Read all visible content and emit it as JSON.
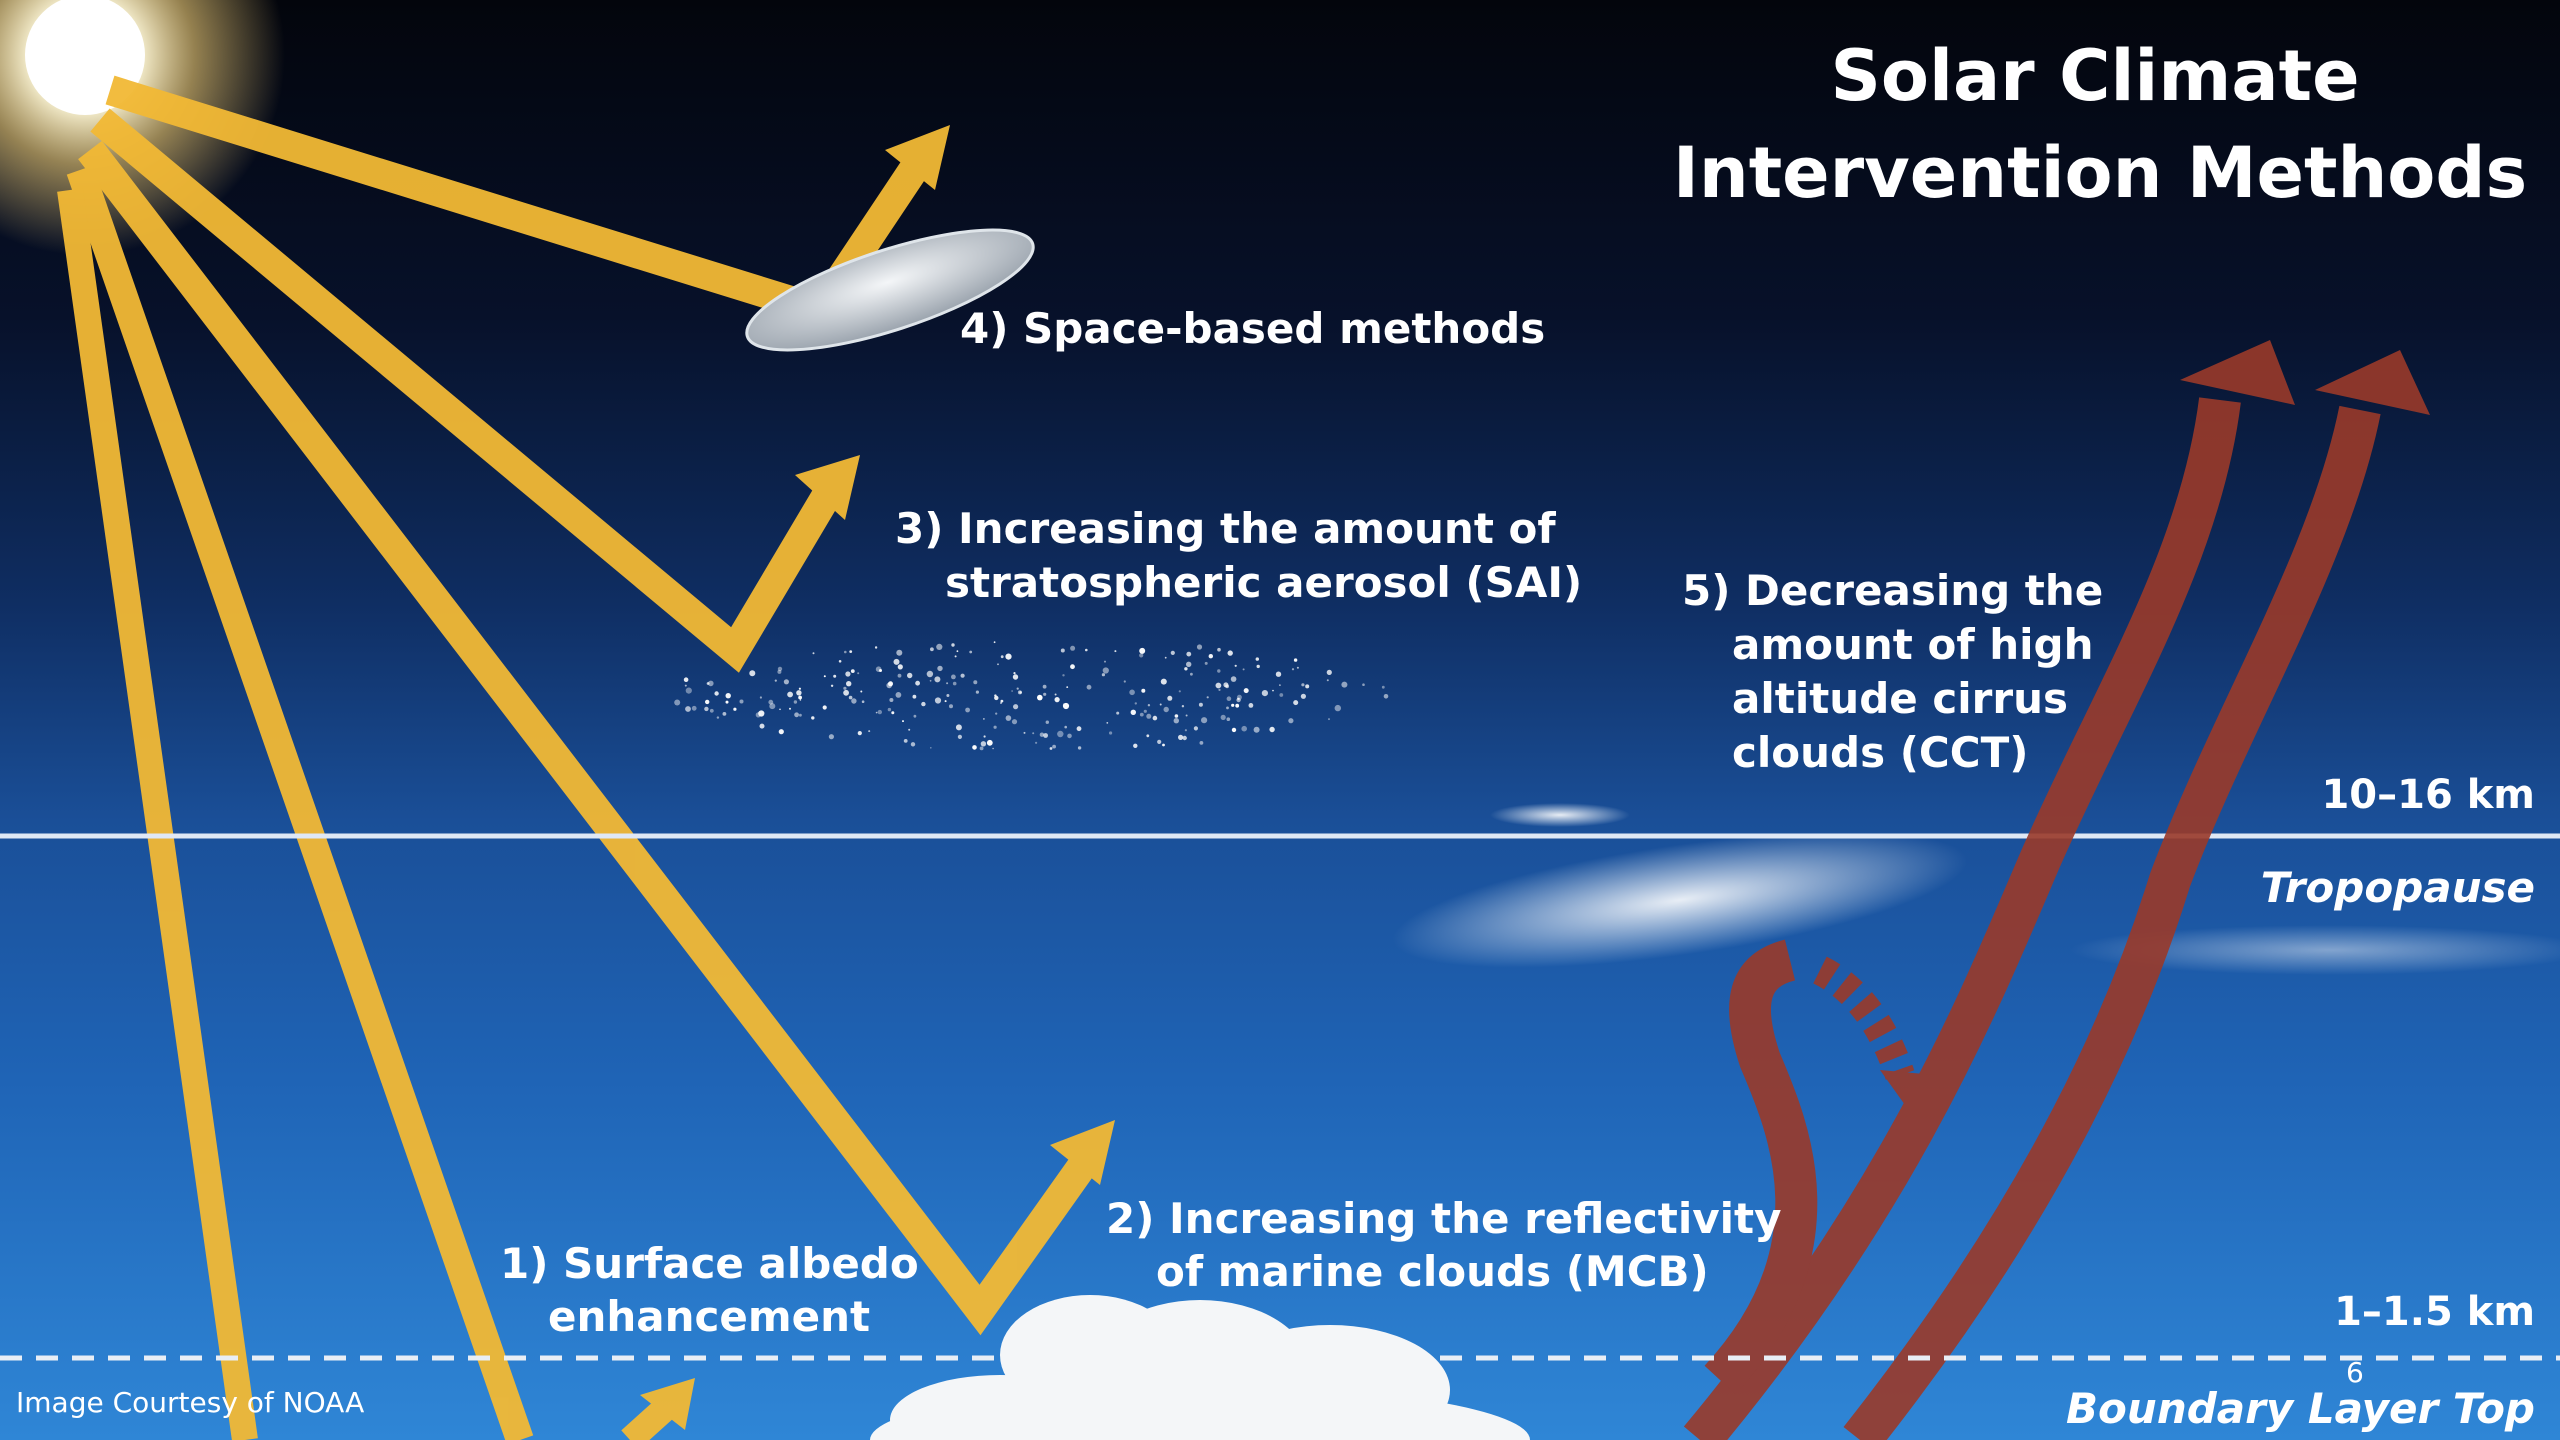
{
  "title": {
    "line1": "Solar Climate",
    "line2": "Intervention Methods"
  },
  "methods": {
    "m1": {
      "line1": "1) Surface albedo",
      "line2": "enhancement"
    },
    "m2": {
      "line1": "2) Increasing the reflectivity",
      "line2": "of marine clouds (MCB)"
    },
    "m3": {
      "line1": "3) Increasing the amount of",
      "line2": "stratospheric aerosol (SAI)"
    },
    "m4": {
      "line1": "4) Space-based methods"
    },
    "m5": {
      "line1": "5) Decreasing the",
      "line2": "amount of high",
      "line3": "altitude cirrus",
      "line4": "clouds (CCT)"
    }
  },
  "layers": {
    "tropopause_altitude": "10–16 km",
    "tropopause_label": "Tropopause",
    "boundary_altitude": "1–1.5 km",
    "boundary_label": "Boundary Layer Top"
  },
  "credit": "Image Courtesy of NOAA",
  "page_number": "6",
  "icons": {
    "sun": "sun-icon",
    "mirror": "space-mirror-icon",
    "aerosol": "aerosol-cloud-icon",
    "cirrus": "cirrus-cloud-icon",
    "cumulus": "marine-cloud-icon",
    "heat": "heat-arrow-icon"
  },
  "colors": {
    "sunlight": "#f2b935",
    "heat": "#9a3a2a",
    "sky_top": "#05070f",
    "sky_mid": "#1b5fb5",
    "tropopause_line": "#dfe8f5"
  }
}
